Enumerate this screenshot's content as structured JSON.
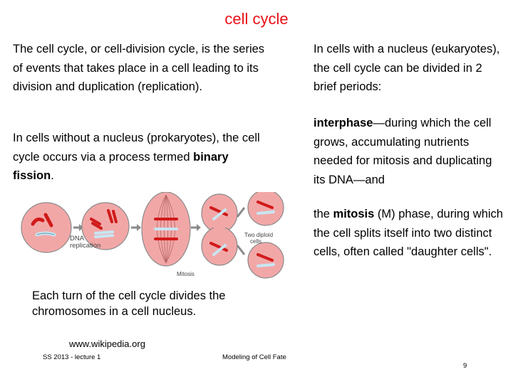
{
  "title": "cell cycle",
  "left": {
    "p1": "The cell cycle, or cell-division cycle, is the series of events that takes place in a cell leading to its division and duplication (replication).",
    "p2_text": "In cells without a nucleus (prokaryotes), the cell cycle occurs via a process termed",
    "p2_bold": "binary fission",
    "p2_end": "."
  },
  "right": {
    "p1": "In cells with a nucleus (eukaryotes), the cell cycle can be divided in 2 brief periods:",
    "p2_bold": "interphase",
    "p2_text": "—during which the cell grows, accumulating nutrients needed for mitosis and duplicating its DNA—and",
    "p3_pre": "the",
    "p3_bold": "mitosis",
    "p3_text": "(M) phase, during which the cell splits itself into two distinct cells, often called \"daughter cells\"."
  },
  "figure": {
    "label_replication": [
      "DNA",
      "replication"
    ],
    "label_mitosis": "Mitosis",
    "label_daughters": [
      "Two diploid",
      "cells"
    ]
  },
  "caption": "Each turn of the cell cycle divides the chromosomes in a cell nucleus.",
  "source": "www.wikipedia.org",
  "footer": {
    "left": "SS 2013 - lecture 1",
    "center": "Modeling of Cell Fate",
    "page": "9"
  }
}
